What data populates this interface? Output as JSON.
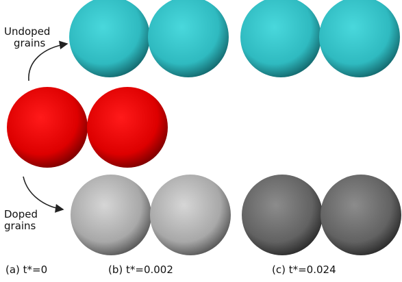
{
  "labels": {
    "undoped_line1": "Undoped",
    "undoped_line2": "grains",
    "doped_line1": "Doped",
    "doped_line2": "grains"
  },
  "captions": {
    "a": "(a) t*=0",
    "b": "(b) t*=0.002",
    "c": "(c) t*=0.024"
  },
  "colors": {
    "red_grain": "#e00000",
    "undoped_grain": "#35c6cc",
    "doped_light_grain": "#b4b4b4",
    "doped_dark_grain": "#6e6e6e",
    "arrow": "#222222"
  }
}
